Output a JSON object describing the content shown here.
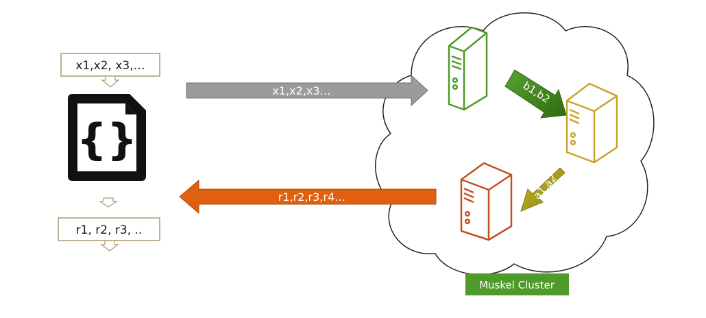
{
  "input_box": {
    "text": "x1,x2, x3,…"
  },
  "output_box": {
    "text": "r1, r2, r3, .."
  },
  "file_icon": {
    "glyph": "{}",
    "icon": "json-file-icon"
  },
  "request_arrow": {
    "text": "x1,x2,x3…",
    "color": "#9b9b9b"
  },
  "response_arrow": {
    "text": "r1,r2,r3,r4…",
    "color": "#e0600f"
  },
  "cluster": {
    "label": "Muskel Cluster",
    "label_color": "#4e9a2a",
    "servers": [
      {
        "icon": "server-icon",
        "color": "#4e9a2a"
      },
      {
        "icon": "server-icon",
        "color": "#c9a227"
      },
      {
        "icon": "server-icon",
        "color": "#c0501f"
      }
    ],
    "links": [
      {
        "text": "b1,b2",
        "color": "#3c7f1c"
      },
      {
        "text": "a1,a2",
        "color": "#a6a41a"
      }
    ]
  }
}
